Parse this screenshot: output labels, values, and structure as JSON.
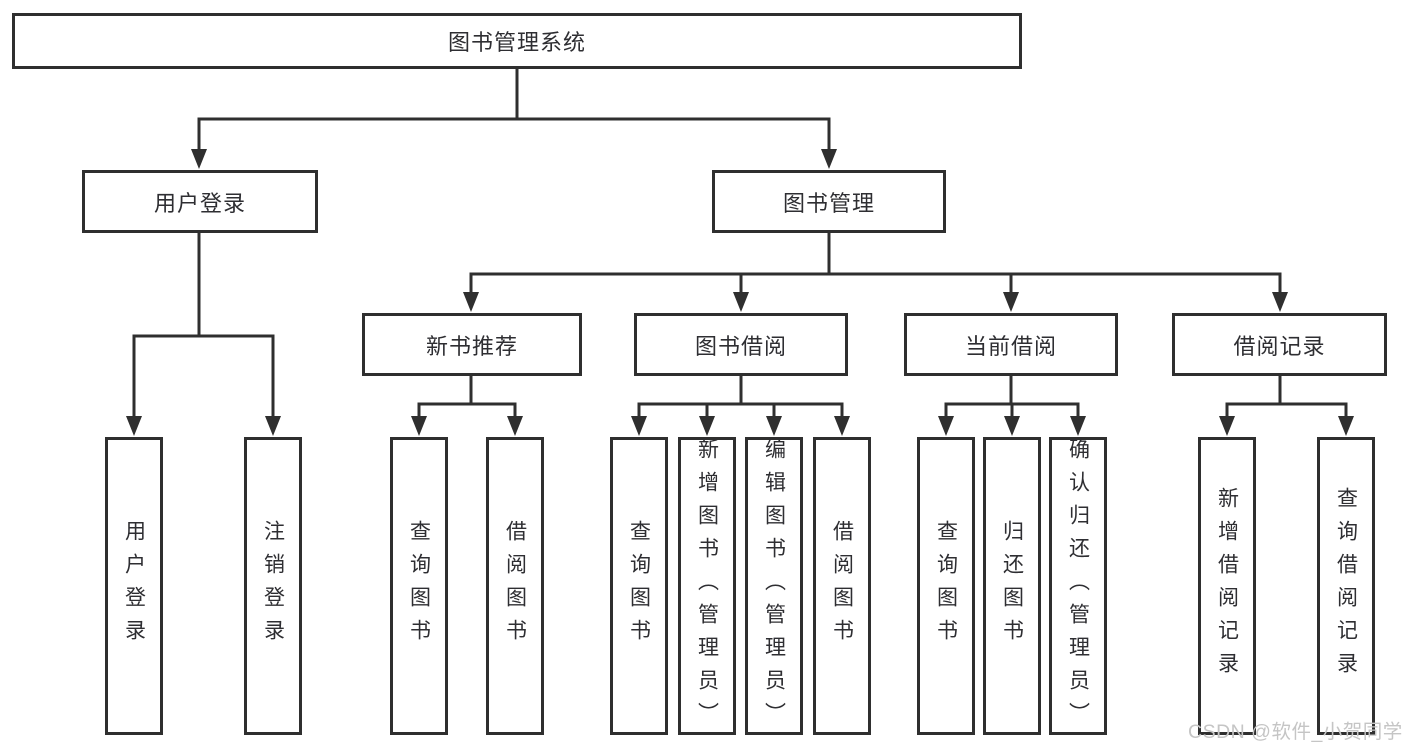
{
  "diagram": {
    "tree": {
      "root": {
        "label": "图书管理系统",
        "children": [
          {
            "label": "用户登录",
            "children": [
              {
                "label": "用户登录"
              },
              {
                "label": "注销登录"
              }
            ]
          },
          {
            "label": "图书管理",
            "children": [
              {
                "label": "新书推荐",
                "children": [
                  {
                    "label": "查询图书"
                  },
                  {
                    "label": "借阅图书"
                  }
                ]
              },
              {
                "label": "图书借阅",
                "children": [
                  {
                    "label": "查询图书"
                  },
                  {
                    "label": "新增图书（管理员）"
                  },
                  {
                    "label": "编辑图书（管理员）"
                  },
                  {
                    "label": "借阅图书"
                  }
                ]
              },
              {
                "label": "当前借阅",
                "children": [
                  {
                    "label": "查询图书"
                  },
                  {
                    "label": "归还图书"
                  },
                  {
                    "label": "确认归还（管理员）"
                  }
                ]
              },
              {
                "label": "借阅记录",
                "children": [
                  {
                    "label": "新增借阅记录"
                  },
                  {
                    "label": "查询借阅记录"
                  }
                ]
              }
            ]
          }
        ]
      }
    },
    "colors": {
      "line": "#2f2f2f",
      "border": "#2f2f2f",
      "text": "#2e2e32",
      "watermark": "#c5c5c5",
      "background": "#ffffff"
    }
  },
  "watermark": {
    "text": "CSDN @软件_小贺同学"
  }
}
